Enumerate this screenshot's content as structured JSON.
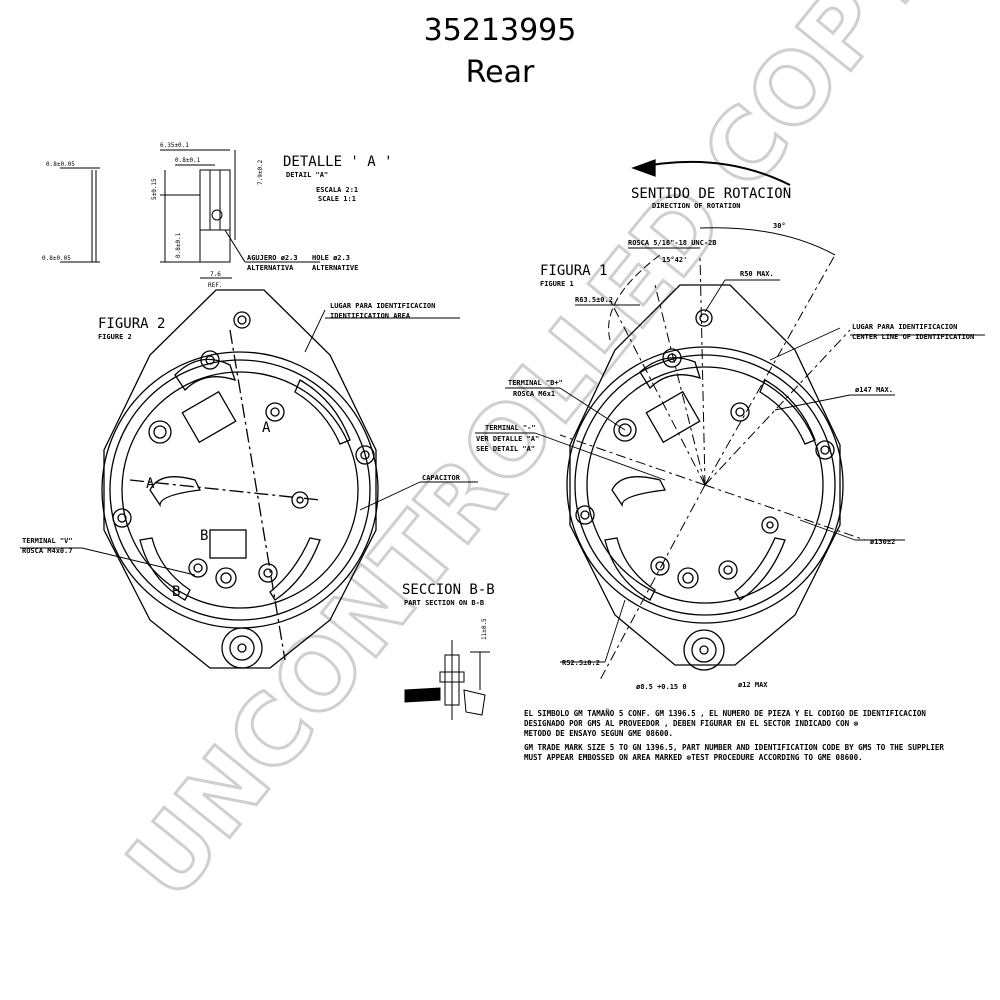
{
  "header": {
    "part_number": "35213995",
    "view": "Rear"
  },
  "watermark": "UNCONTROLLED COPY",
  "detail_a": {
    "title": "DETALLE ' A '",
    "subtitle": "DETAIL \"A\"",
    "scale_es": "ESCALA 2:1",
    "scale_en": "SCALE 1:1",
    "hole_es": "AGUJERO ø2.3",
    "hole_en": "HOLE ø2.3",
    "alt_es": "ALTERNATIVA",
    "alt_en": "ALTERNATIVE",
    "dim_top": "6.35±0.1",
    "dim_mid": "0.8±0.1",
    "dim_side": "7.9±0.2",
    "dim_v1": "5±0.15",
    "dim_v2": "0.8±0.1",
    "dim_bot": "7.6",
    "dim_ref": "REF.",
    "dim_left_top": "0.8±0.05",
    "dim_left_bot": "0.8±0.05"
  },
  "figura2": {
    "title": "FIGURA 2",
    "subtitle": "FIGURE 2",
    "id_es": "LUGAR PARA IDENTIFICACION",
    "id_en": "IDENTIFICATION AREA",
    "capacitor": "CAPACITOR",
    "terminal_v": "TERMINAL \"V\"",
    "rosca_v": "ROSCA M4x0.7",
    "markers": [
      "A",
      "A",
      "B",
      "B"
    ]
  },
  "figura1": {
    "title": "FIGURA 1",
    "subtitle": "FIGURE 1",
    "rotation_es": "SENTIDO DE ROTACION",
    "rotation_en": "DIRECTION OF ROTATION",
    "rosca_top": "ROSCA 5/16\"-18 UNC-2B",
    "angle_15": "15°42'",
    "angle_30": "30°",
    "r50": "R50 MAX.",
    "r63": "R63.5±0.2",
    "terminal_b": "TERMINAL \"B+\"",
    "rosca_b": "ROSCA M6x1",
    "terminal_minus": "TERMINAL \"-\"",
    "ver_detalle": "VER DETALLE \"A\"",
    "see_detail": "SEE DETAIL \"A\"",
    "id_es": "LUGAR PARA IDENTIFICACION",
    "center_line": "CENTER LINE OF IDENTIFICATION",
    "d147": "ø147 MAX.",
    "d130": "ø130±2",
    "r52": "R52.5±0.2",
    "d85": "ø8.5 +0.15 0",
    "d12": "ø12 MAX"
  },
  "seccion": {
    "title": "SECCION B-B",
    "subtitle": "PART SECTION ON B-B",
    "dim": "11±0.5"
  },
  "notes": {
    "es_1": "EL SIMBOLO GM TAMAÑO 5 CONF. GM 1396.5 , EL NUMERO DE PIEZA Y EL CODIGO DE IDENTIFICACION",
    "es_2": "DESIGNADO POR GMS AL PROVEEDOR , DEBEN FIGURAR EN EL SECTOR INDICADO CON ⊗",
    "es_3": "METODO DE ENSAYO SEGUN GME 08600.",
    "en_1": "GM TRADE MARK SIZE 5 TO GN 1396.5, PART NUMBER AND IDENTIFICATION CODE BY GMS TO THE SUPPLIER",
    "en_2": "MUST APPEAR EMBOSSED ON AREA MARKED ⊗TEST PROCEDURE ACCORDING TO GME 08600."
  }
}
